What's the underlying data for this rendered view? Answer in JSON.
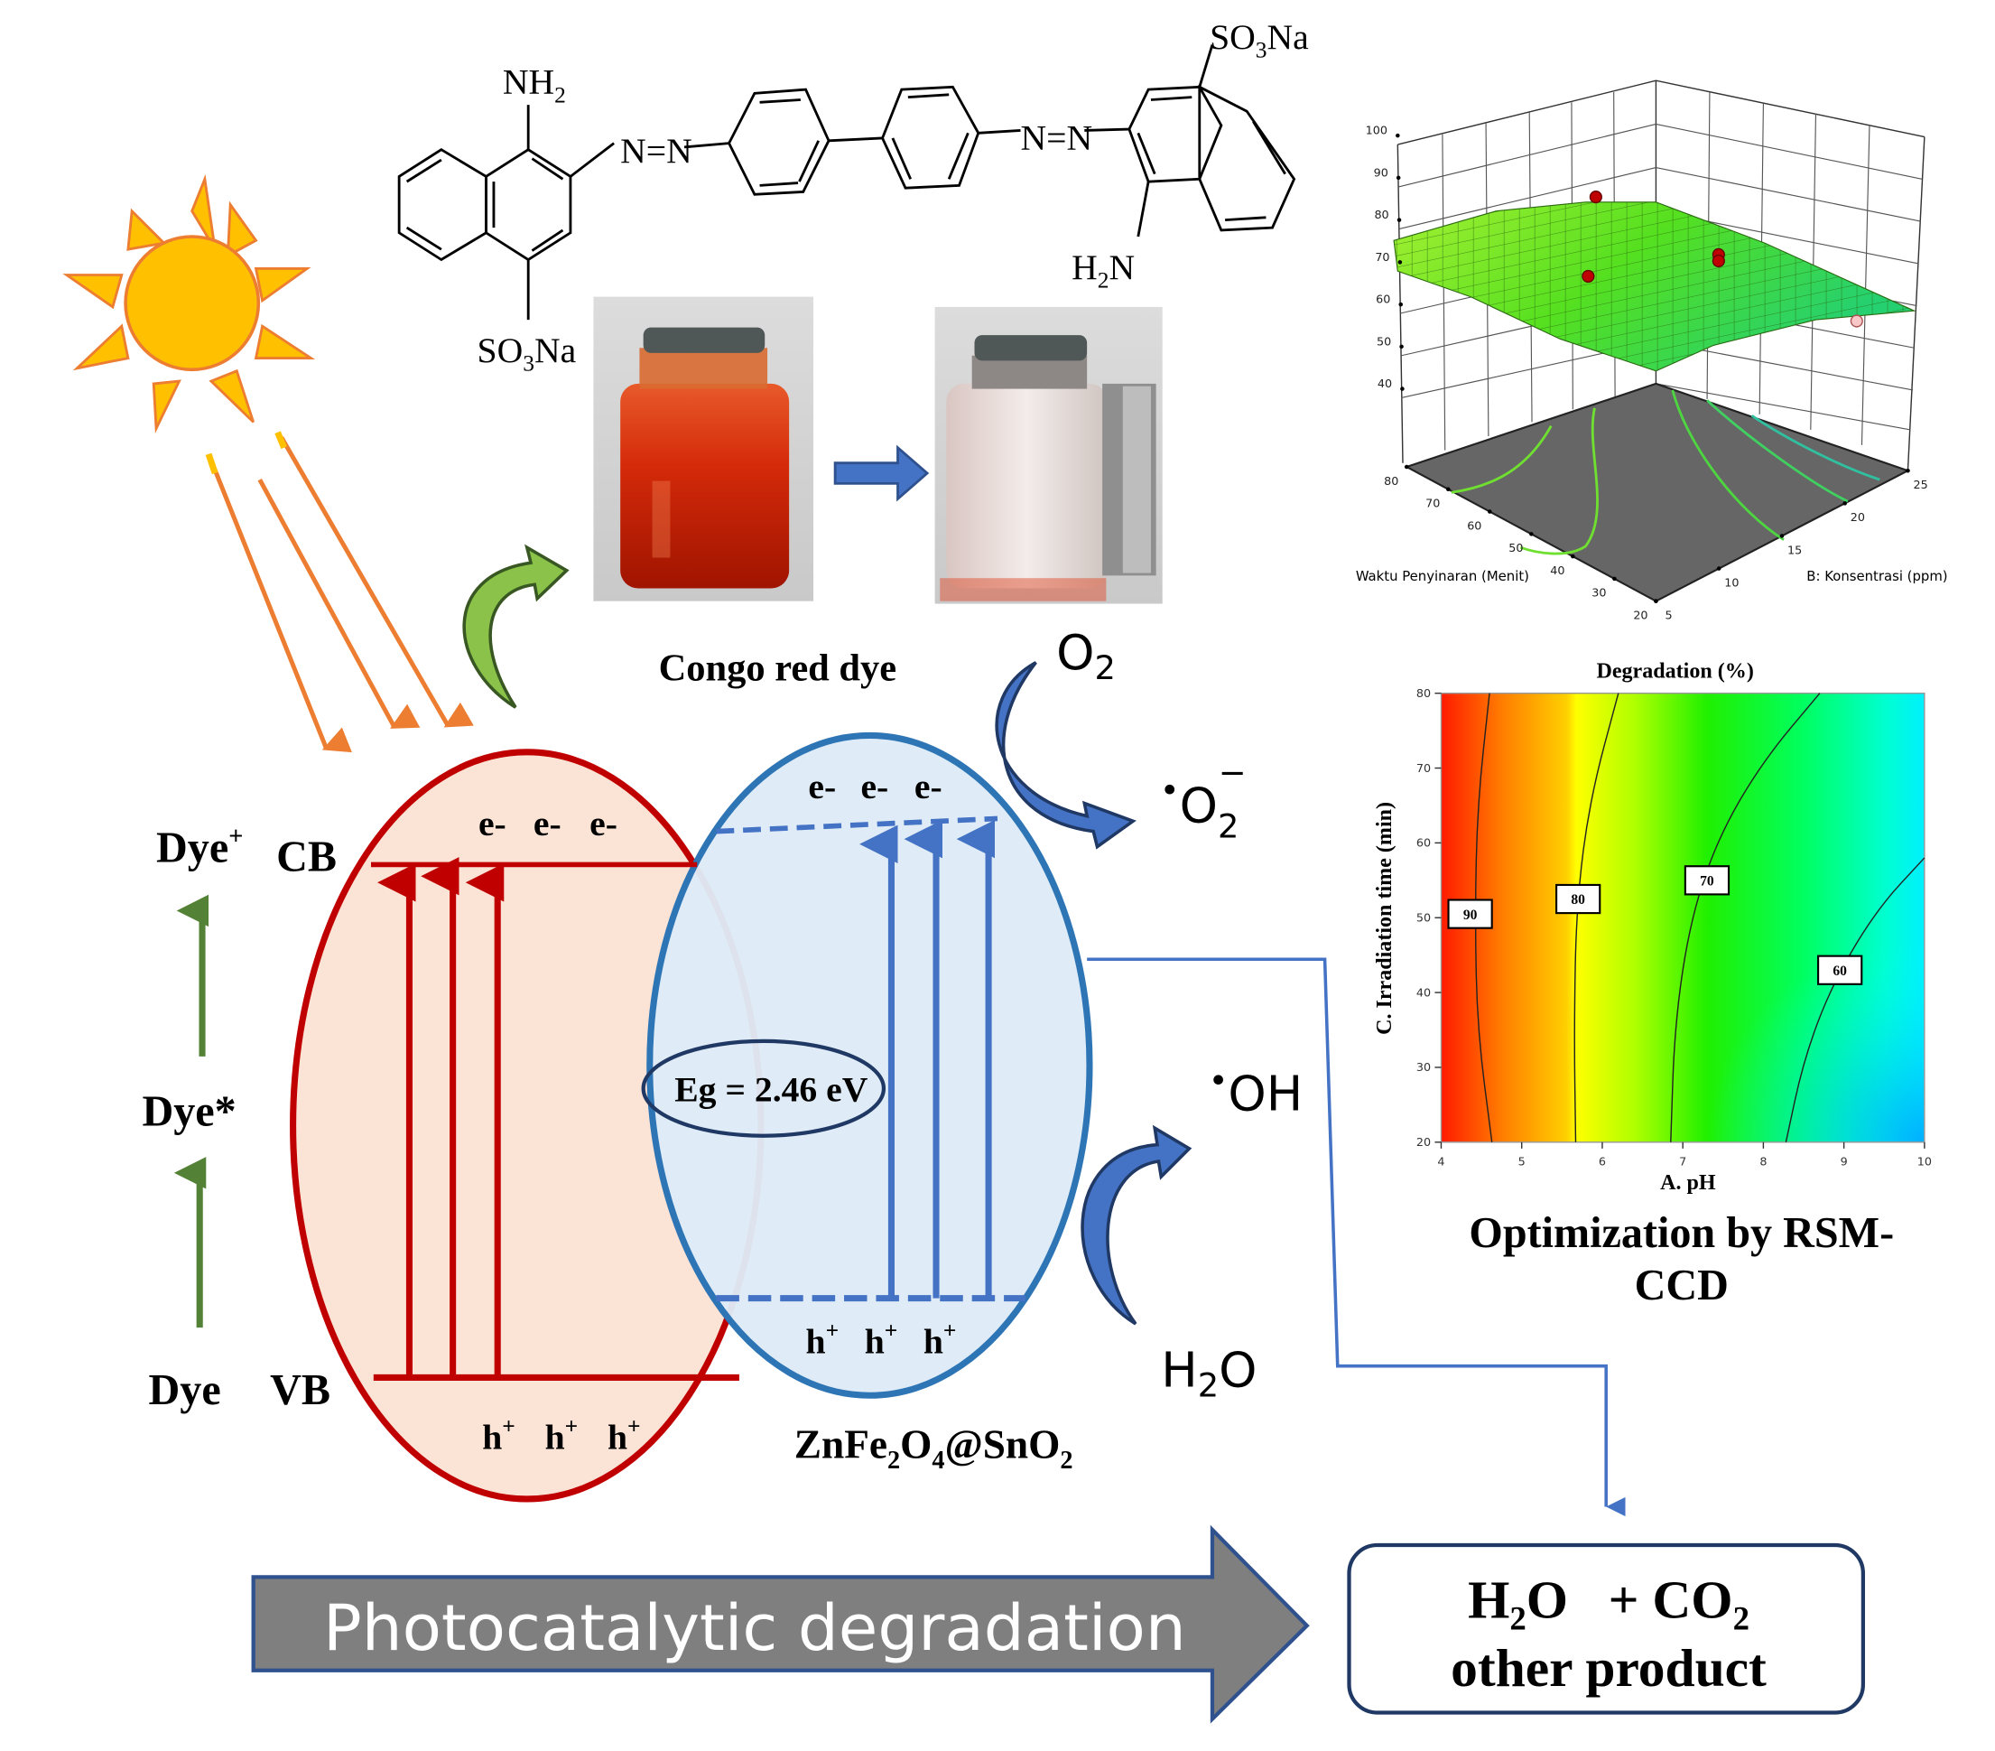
{
  "molecule": {
    "nh2": {
      "main": "NH",
      "sub": "2"
    },
    "so3na_left": {
      "a": "SO",
      "sub": "3",
      "b": "Na"
    },
    "so3na_right": {
      "a": "SO",
      "sub": "3",
      "b": "Na"
    },
    "azo_left": "N=N",
    "azo_right": "N=N",
    "h2n": {
      "a": "H",
      "sub": "2",
      "b": "N"
    }
  },
  "dye_caption": "Congo red dye",
  "bands": {
    "dye_plus": {
      "main": "Dye",
      "sup": "+"
    },
    "cb": "CB",
    "dye_star": "Dye*",
    "dye": "Dye",
    "vb": "VB",
    "electrons_dye": [
      "e-",
      "e-",
      "e-"
    ],
    "holes_dye": [
      "h",
      "h",
      "h"
    ],
    "electrons_cat": [
      "e-",
      "e-",
      "e-"
    ],
    "holes_cat": [
      "h",
      "h",
      "h"
    ],
    "plus": "+",
    "eg": "Eg = 2.46 eV",
    "catalyst": {
      "a": "ZnFe",
      "s1": "2",
      "b": "O",
      "s2": "4",
      "c": "@SnO",
      "s3": "2"
    }
  },
  "species": {
    "o2": {
      "main": "O",
      "sub": "2"
    },
    "superoxide": {
      "dot": "•",
      "main": "O",
      "sub": "2",
      "sup": "−"
    },
    "hydroxyl": {
      "dot": "•",
      "main": "OH"
    },
    "water": {
      "main": "H",
      "sub": "2",
      "end": "O"
    }
  },
  "process_label": "Photocatalytic degradation",
  "products": {
    "line1": {
      "a": "H",
      "s1": "2",
      "b": "O   + CO",
      "s2": "2"
    },
    "line2": "other product"
  },
  "optimization_caption": [
    "Optimization by RSM-",
    "CCD"
  ],
  "colors": {
    "dye_band": "#C00000",
    "dye_fill": "#FBE3D6",
    "catalyst_band": "#2E75B6",
    "catalyst_fill": "#DEEBF7",
    "arrow_blue": "#4472C4",
    "sun": "#FFC000",
    "ray": "#ED7D31",
    "excite": "#538135",
    "process_arrow": "#7F7F7F"
  },
  "chart_data": [
    {
      "type": "surface",
      "title": "",
      "zlabel": "",
      "xlabel": "Waktu Penyinaran (Menit)",
      "ylabel": "B: Konsentrasi (ppm)",
      "z_ticks": [
        "100",
        "90",
        "80",
        "70",
        "60",
        "50",
        "40"
      ],
      "x_ticks": [
        "80",
        "70",
        "60",
        "50",
        "40",
        "30",
        "20"
      ],
      "y_ticks": [
        "5",
        "10",
        "15",
        "20",
        "25"
      ],
      "zlim": [
        40,
        100
      ],
      "xlim": [
        20,
        80
      ],
      "ylim": [
        5,
        25
      ]
    },
    {
      "type": "heatmap",
      "subtype": "contour",
      "title": "Degradation (%)",
      "xlabel": "A. pH",
      "ylabel": "C. Irradiation time (min)",
      "xlim": [
        4,
        10
      ],
      "ylim": [
        20,
        80
      ],
      "x_ticks": [
        "4",
        "5",
        "6",
        "7",
        "8",
        "9",
        "10"
      ],
      "y_ticks": [
        "20",
        "30",
        "40",
        "50",
        "60",
        "70",
        "80"
      ],
      "colorscale": [
        "#FF0000",
        "#FF8C00",
        "#FFFF00",
        "#9AFF00",
        "#00F000",
        "#00FF80",
        "#00FFFF",
        "#00B0FF"
      ],
      "contours": [
        {
          "level": "90",
          "points": [
            [
              4.6,
              80
            ],
            [
              4.45,
              65
            ],
            [
              4.42,
              50
            ],
            [
              4.45,
              35
            ],
            [
              4.63,
              20
            ]
          ],
          "label_at": [
            4.36,
            50.5
          ]
        },
        {
          "level": "80",
          "points": [
            [
              6.2,
              80
            ],
            [
              5.85,
              66
            ],
            [
              5.68,
              52
            ],
            [
              5.65,
              35
            ],
            [
              5.67,
              20
            ]
          ],
          "label_at": [
            5.7,
            52.5
          ]
        },
        {
          "level": "70",
          "points": [
            [
              8.7,
              80
            ],
            [
              8.0,
              71
            ],
            [
              7.45,
              61
            ],
            [
              7.1,
              50
            ],
            [
              6.9,
              36
            ],
            [
              6.85,
              20
            ]
          ],
          "label_at": [
            7.3,
            55
          ]
        },
        {
          "level": "60",
          "points": [
            [
              10,
              58
            ],
            [
              9.4,
              51
            ],
            [
              8.85,
              41
            ],
            [
              8.5,
              31
            ],
            [
              8.28,
              20
            ]
          ],
          "label_at": [
            8.95,
            43
          ]
        }
      ]
    }
  ]
}
